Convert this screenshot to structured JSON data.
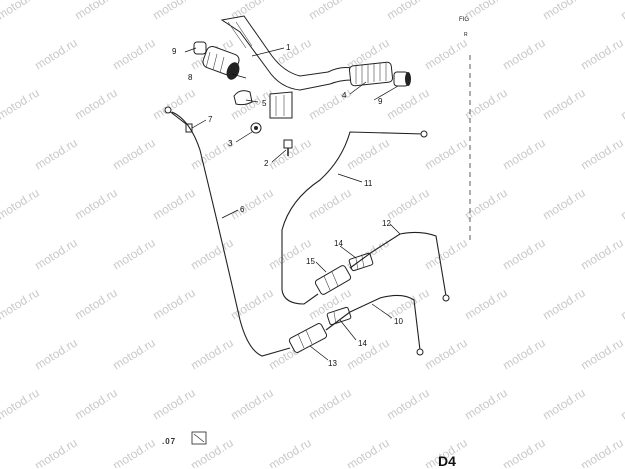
{
  "header": {
    "fig_label": "FIG",
    "fig_sub": "R"
  },
  "footer": {
    "sheet_code": "D4",
    "bottom_code": ".07"
  },
  "watermark": {
    "text": "motod.ru"
  },
  "callouts": [
    "1",
    "2",
    "3",
    "4",
    "5",
    "6",
    "7",
    "8",
    "9",
    "9",
    "10",
    "11",
    "12",
    "13",
    "14",
    "14",
    "15"
  ],
  "colors": {
    "line": "#222222",
    "watermark": "#c9c9c9",
    "background": "#ffffff"
  }
}
